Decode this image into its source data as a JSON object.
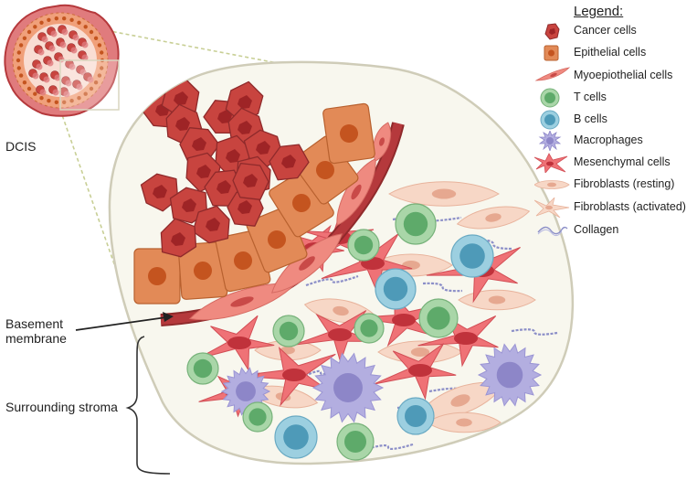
{
  "labels": {
    "dcis": "DCIS",
    "basement_membrane_line1": "Basement",
    "basement_membrane_line2": "membrane",
    "surrounding_stroma": "Surrounding stroma"
  },
  "legend": {
    "title": "Legend:",
    "items": [
      {
        "label": "Cancer cells",
        "icon": "cancer-cell-icon"
      },
      {
        "label": "Epithelial cells",
        "icon": "epithelial-cell-icon"
      },
      {
        "label": "Myoepiothelial cells",
        "icon": "myoepithelial-cell-icon"
      },
      {
        "label": "T cells",
        "icon": "t-cell-icon"
      },
      {
        "label": "B cells",
        "icon": "b-cell-icon"
      },
      {
        "label": "Macrophages",
        "icon": "macrophage-icon"
      },
      {
        "label": "Mesenchymal cells",
        "icon": "mesenchymal-cell-icon"
      },
      {
        "label": "Fibroblasts (resting)",
        "icon": "fibroblast-resting-icon"
      },
      {
        "label": "Fibroblasts (activated)",
        "icon": "fibroblast-activated-icon"
      },
      {
        "label": "Collagen",
        "icon": "collagen-icon"
      }
    ]
  },
  "colors": {
    "cancer": "#c8443f",
    "cancer_nucleus": "#9e2426",
    "epithelial": "#e28a57",
    "epithelial_nucleus": "#c4541f",
    "myoepithelial": "#ef8a80",
    "membrane": "#b5393c",
    "t_cell": "#a9d6a8",
    "t_nucleus": "#5eaa6a",
    "b_cell": "#9ccfe0",
    "b_nucleus": "#4e9ab8",
    "macrophage": "#b3aee0",
    "macrophage_nucleus": "#8d86c8",
    "mesenchymal": "#ef7276",
    "mesenchymal_nucleus": "#c0323b",
    "fibroblast": "#f7d7c6",
    "fibroblast_nucleus": "#e6a890",
    "collagen": "#8c8fc8",
    "stroma_bg": "#f8f7ee",
    "stroma_border": "#cfccb8"
  }
}
